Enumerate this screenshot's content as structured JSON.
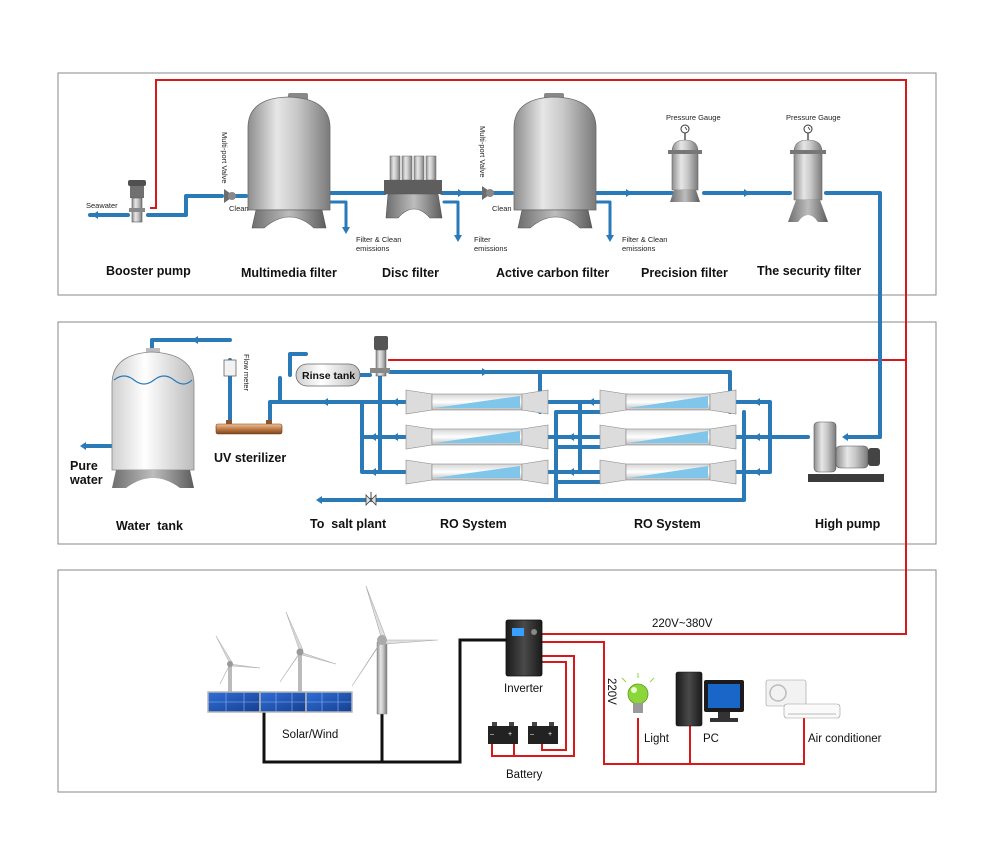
{
  "labels": {
    "seawater": "Seawater",
    "booster_pump": "Booster pump",
    "multimedia_filter": "Multimedia filter",
    "disc_filter": "Disc filter",
    "active_carbon_filter": "Active carbon filter",
    "precision_filter": "Precision filter",
    "security_filter": "The security filter",
    "multiport_valve": "Multi-port Valve",
    "clean": "Clean",
    "filter_clean_emissions_1": "Filter & Clean",
    "filter_clean_emissions_2": "emissions",
    "filter_emissions_1": "Filter",
    "filter_emissions_2": "emissions",
    "pressure_gauge": "Pressure Gauge",
    "flow_meter": "Flow meter",
    "rinse_tank": "Rinse tank",
    "uv_sterilizer": "UV sterilizer",
    "pure_water_1": "Pure",
    "pure_water_2": "water",
    "water_tank": "Water  tank",
    "to_salt_plant": "To  salt plant",
    "ro_system": "RO System",
    "high_pump": "High pump",
    "voltage_main": "220V~380V",
    "voltage_220": "220V",
    "inverter": "Inverter",
    "solar_wind": "Solar/Wind",
    "battery": "Battery",
    "light": "Light",
    "pc": "PC",
    "air_conditioner": "Air conditioner"
  },
  "colors": {
    "water_pipe": "#2a7ab8",
    "power_line": "#d7191c",
    "dc_line": "#111111",
    "membrane": "#7fc6ea"
  }
}
